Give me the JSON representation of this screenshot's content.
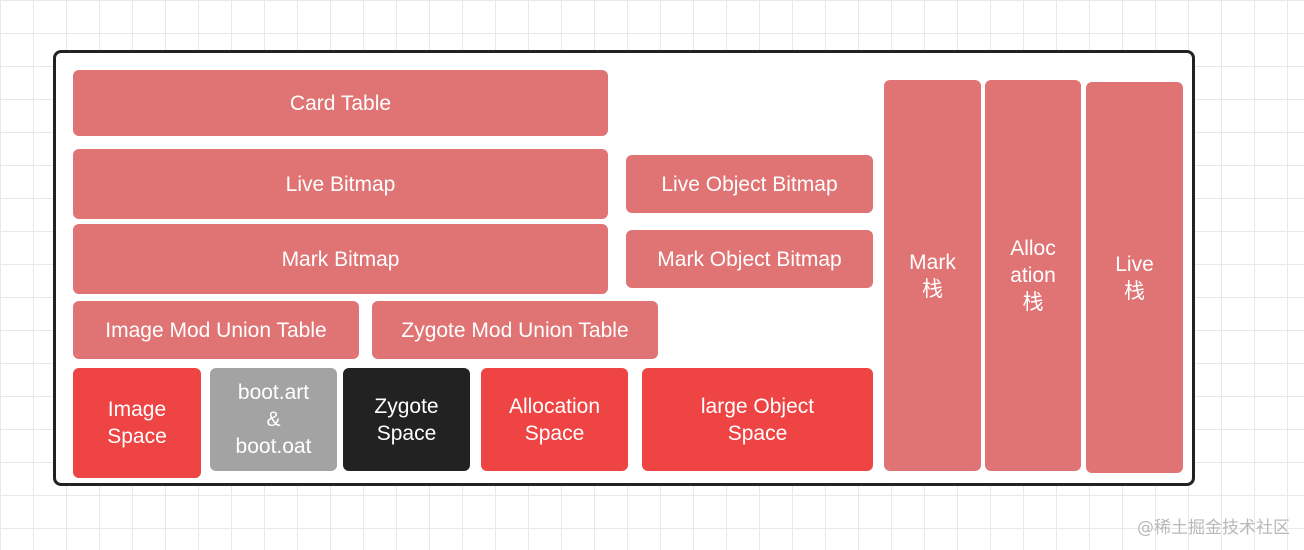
{
  "blocks": {
    "card_table": "Card  Table",
    "live_bitmap": "Live Bitmap",
    "mark_bitmap": "Mark Bitmap",
    "live_object_bitmap": "Live Object Bitmap",
    "mark_object_bitmap": "Mark Object Bitmap",
    "image_mod_union_table": "Image Mod Union Table",
    "zygote_mod_union_table": "Zygote Mod Union Table",
    "image_space": "Image\nSpace",
    "boot_art_oat": "boot.art\n&\nboot.oat",
    "zygote_space": "Zygote\nSpace",
    "allocation_space": "Allocation\nSpace",
    "large_object_space": "large Object\nSpace",
    "mark_stack": "Mark\n栈",
    "allocation_stack": "Alloc\nation\n栈",
    "live_stack": "Live\n栈"
  },
  "colors": {
    "pink": "#e07474",
    "red": "#ee4444",
    "gray": "#a3a3a3",
    "black": "#222222",
    "frame_border": "#222222"
  },
  "watermark": "@稀土掘金技术社区"
}
